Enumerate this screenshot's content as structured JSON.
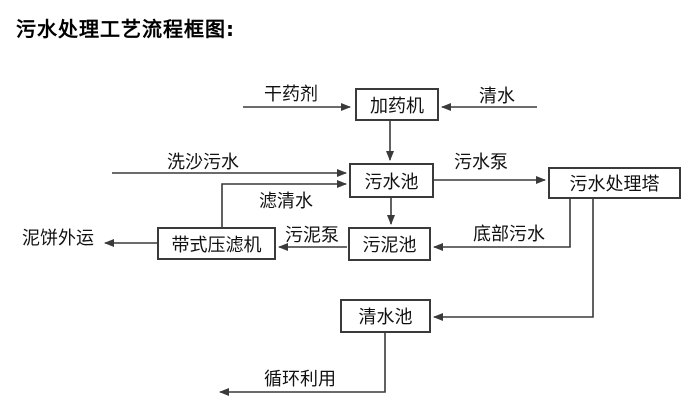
{
  "page": {
    "title": "污水处理工艺流程框图:"
  },
  "colors": {
    "line": "#3a3a3a",
    "text": "#111111",
    "box_background": "#ffffff",
    "page_background": "#ffffff"
  },
  "diagram_type": "flowchart",
  "nodes": [
    {
      "id": "dosing-machine",
      "label": "加药机"
    },
    {
      "id": "sewage-pool",
      "label": "污水池"
    },
    {
      "id": "sewage-treatment-tower",
      "label": "污水处理塔"
    },
    {
      "id": "sludge-pool",
      "label": "污泥池"
    },
    {
      "id": "belt-filter-press",
      "label": "带式压滤机"
    },
    {
      "id": "clean-water-pool",
      "label": "清水池"
    }
  ],
  "edge_labels": [
    {
      "id": "dry-agent",
      "label": "干药剂"
    },
    {
      "id": "clean-water",
      "label": "清水"
    },
    {
      "id": "sand-washing-sewage",
      "label": "洗沙污水"
    },
    {
      "id": "filtered-clean-water",
      "label": "滤清水"
    },
    {
      "id": "sewage-pump",
      "label": "污水泵"
    },
    {
      "id": "bottom-sewage",
      "label": "底部污水"
    },
    {
      "id": "sludge-pump",
      "label": "污泥泵"
    },
    {
      "id": "mud-cake-transport-out",
      "label": "泥饼外运"
    },
    {
      "id": "recycle-use",
      "label": "循环利用"
    }
  ],
  "flows": [
    "干药剂 → 加药机",
    "清水 → 加药机",
    "加药机 → 污水池",
    "洗沙污水 → 污水池",
    "带式压滤机 → (滤清水) → 污水池",
    "污水池 → (污水泵) → 污水处理塔",
    "污水池 → 污泥池",
    "污水处理塔 → (底部污水) → 污泥池",
    "污泥池 → (污泥泵) → 带式压滤机",
    "带式压滤机 → 泥饼外运",
    "污水处理塔 → 清水池",
    "清水池 → 循环利用"
  ]
}
